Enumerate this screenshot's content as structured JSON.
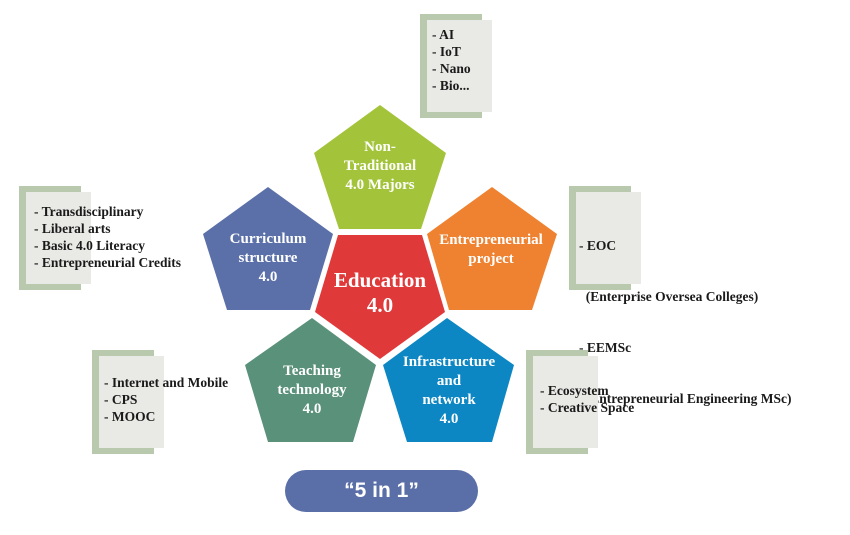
{
  "center": {
    "line1": "Education",
    "line2": "4.0",
    "color": "#e0393a"
  },
  "pillars": [
    {
      "lines": [
        "Non-",
        "Traditional",
        "4.0 Majors"
      ],
      "color": "#a3c43a",
      "items": [
        "- AI",
        "- IoT",
        "- Nano",
        "- Bio..."
      ]
    },
    {
      "lines": [
        "Entrepreneurial",
        "project"
      ],
      "color": "#ee8231",
      "items": [
        "- EOC",
        "  (Enterprise Oversea Colleges)",
        "- EEMSc",
        "  (Entrepreneurial Engineering MSc)"
      ]
    },
    {
      "lines": [
        "Infrastructure",
        "and",
        "network",
        "4.0"
      ],
      "color": "#0d87c3",
      "items": [
        "- Ecosystem",
        "- Creative Space"
      ]
    },
    {
      "lines": [
        "Teaching",
        "technology",
        "4.0"
      ],
      "color": "#5a917a",
      "items": [
        "- Internet and Mobile",
        "- CPS",
        "- MOOC"
      ]
    },
    {
      "lines": [
        "Curriculum",
        "structure",
        "4.0"
      ],
      "color": "#5b70a9",
      "items": [
        "- Transdisciplinary",
        "- Liberal arts",
        "- Basic 4.0 Literacy",
        "- Entrepreneurial Credits"
      ]
    }
  ],
  "footer": {
    "label": "“5 in 1”",
    "color": "#5a6ea8"
  }
}
